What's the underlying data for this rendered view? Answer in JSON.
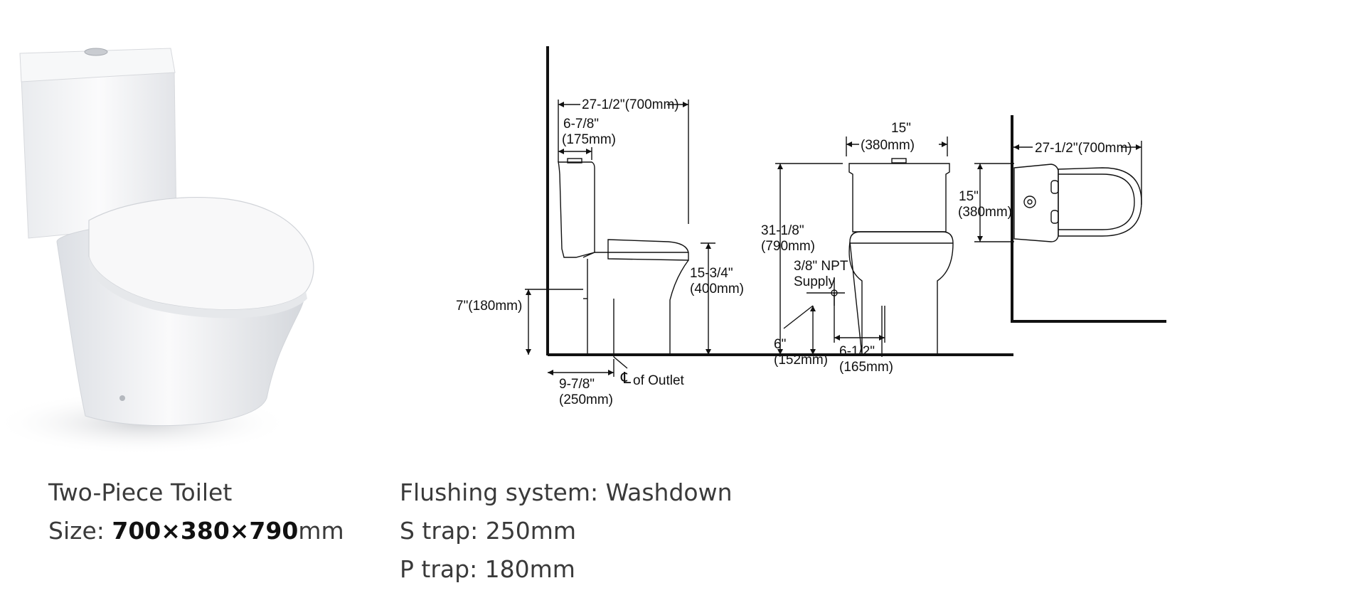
{
  "product": {
    "name": "Two-Piece Toilet",
    "size_label": "Size:",
    "size_value": "700×380×790",
    "size_unit": "mm"
  },
  "specs": {
    "flushing": "Flushing system: Washdown",
    "s_trap": "S trap: 250mm",
    "p_trap": "P trap: 180mm"
  },
  "side_view": {
    "total_length": "27-1/2\"(700mm)",
    "tank_depth_in": "6-7/8\"",
    "tank_depth_mm": "(175mm)",
    "seat_height_in": "15-3/4\"",
    "seat_height_mm": "(400mm)",
    "p_trap_height": "7\"(180mm)",
    "s_trap_in": "9-7/8\"",
    "s_trap_mm": "(250mm)",
    "outlet_symbol": "℄",
    "outlet_label": "of Outlet"
  },
  "front_view": {
    "width_in": "15\"",
    "width_mm": "(380mm)",
    "height_in": "31-1/8\"",
    "height_mm": "(790mm)",
    "supply_line1": "3/8\" NPT",
    "supply_line2": "Supply",
    "supply_height_in": "6\"",
    "supply_height_mm": "(152mm)",
    "supply_offset_in": "6-1/2\"",
    "supply_offset_mm": "(165mm)"
  },
  "top_view": {
    "length": "27-1/2\"(700mm)",
    "width_in": "15\"",
    "width_mm": "(380mm)"
  },
  "colors": {
    "line": "#111111",
    "ceramic": "#f3f4f6",
    "text": "#3a3a3a"
  }
}
